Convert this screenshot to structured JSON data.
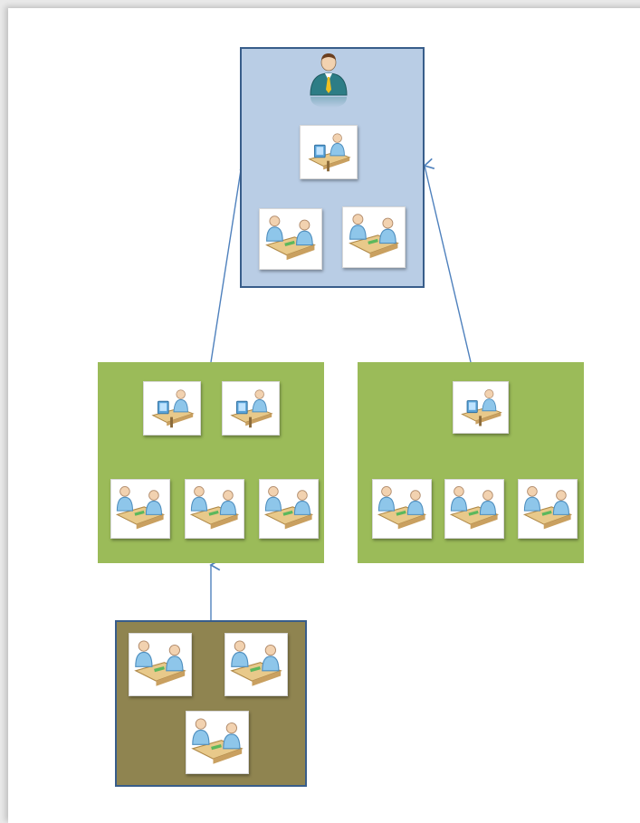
{
  "diagram": {
    "nodes": [
      {
        "id": "top",
        "role": "manager-unit",
        "fill": "#b9cde5",
        "border": "#385d8a",
        "icons": [
          "manager-icon",
          "workstation-icon",
          "meeting-icon",
          "meeting-icon"
        ]
      },
      {
        "id": "mid-left",
        "role": "team-unit",
        "fill": "#9bbb59",
        "icons": [
          "workstation-icon",
          "workstation-icon",
          "meeting-icon",
          "meeting-icon",
          "meeting-icon"
        ]
      },
      {
        "id": "mid-right",
        "role": "team-unit",
        "fill": "#9bbb59",
        "icons": [
          "workstation-icon",
          "meeting-icon",
          "meeting-icon",
          "meeting-icon"
        ]
      },
      {
        "id": "bottom",
        "role": "sub-team-unit",
        "fill": "#8f8450",
        "border": "#385d8a",
        "icons": [
          "meeting-icon",
          "meeting-icon",
          "meeting-icon"
        ]
      }
    ],
    "edges": [
      {
        "from": "mid-left",
        "to": "top"
      },
      {
        "from": "mid-right",
        "to": "top"
      },
      {
        "from": "bottom",
        "to": "mid-left"
      }
    ],
    "connector_color": "#4f81bd"
  }
}
